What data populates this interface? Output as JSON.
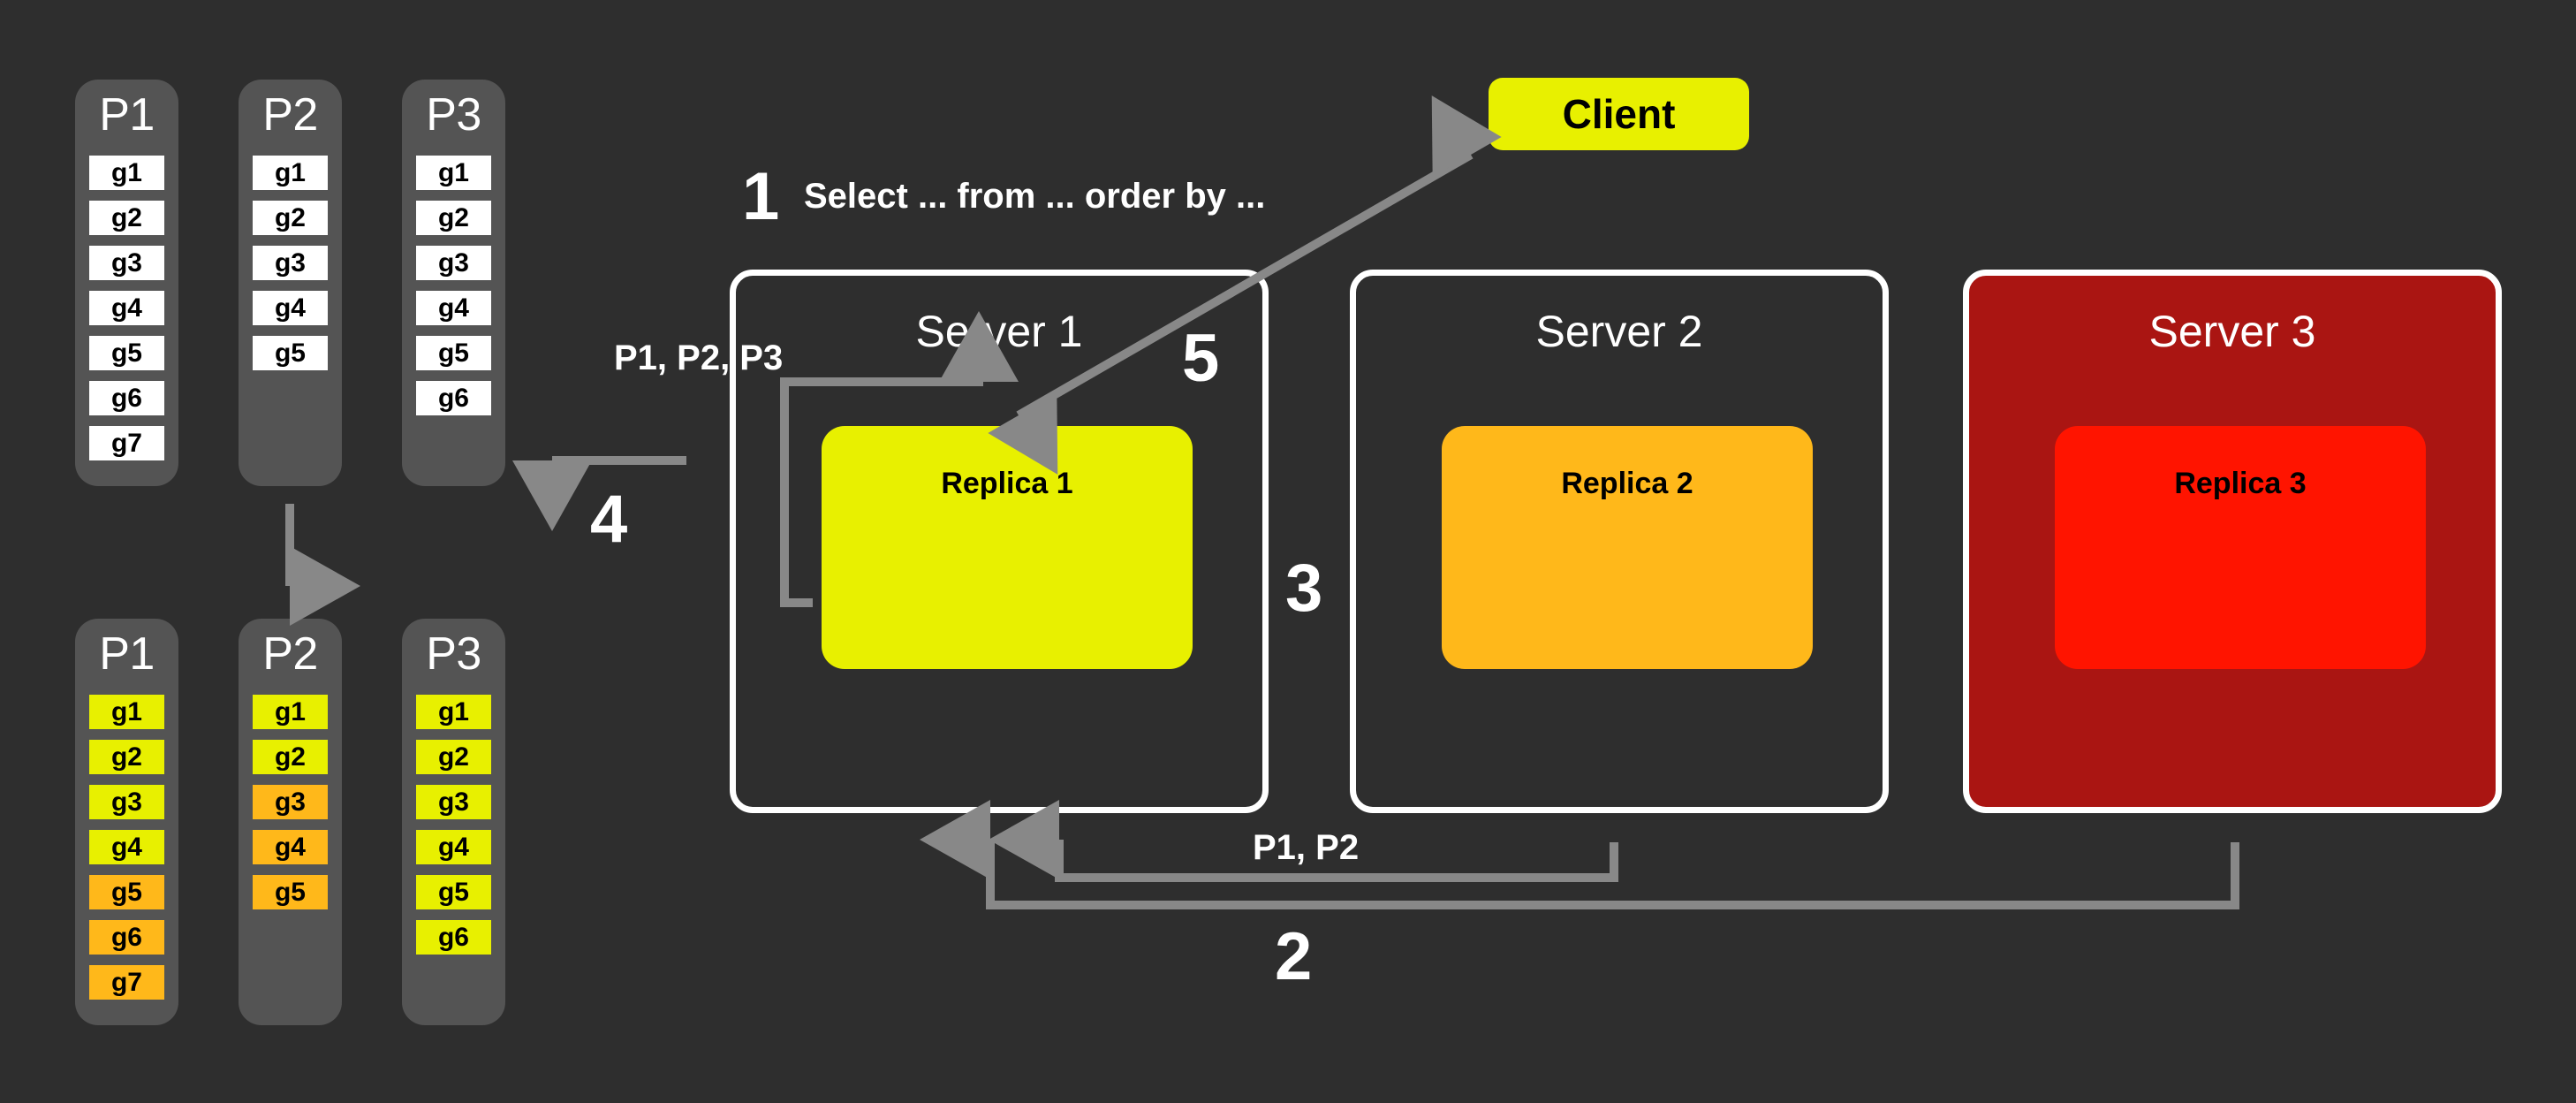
{
  "colors": {
    "background": "#2e2e2e",
    "partition_container": "#545454",
    "cell_plain": "#ffffff",
    "cell_yellow": "#e8f000",
    "cell_orange": "#ffb81a",
    "replica1": "#e8f000",
    "replica2": "#ffb81a",
    "replica3": "#ff1400",
    "server3_fill": "#aa1512",
    "server_border": "#ffffff",
    "arrow": "#888888",
    "client": "#e8f000",
    "text_light": "#ffffff",
    "text_dark": "#000000"
  },
  "partitions_top": [
    {
      "title": "P1",
      "cells": [
        {
          "label": "g1",
          "color": "plain"
        },
        {
          "label": "g2",
          "color": "plain"
        },
        {
          "label": "g3",
          "color": "plain"
        },
        {
          "label": "g4",
          "color": "plain"
        },
        {
          "label": "g5",
          "color": "plain"
        },
        {
          "label": "g6",
          "color": "plain"
        },
        {
          "label": "g7",
          "color": "plain"
        }
      ]
    },
    {
      "title": "P2",
      "cells": [
        {
          "label": "g1",
          "color": "plain"
        },
        {
          "label": "g2",
          "color": "plain"
        },
        {
          "label": "g3",
          "color": "plain"
        },
        {
          "label": "g4",
          "color": "plain"
        },
        {
          "label": "g5",
          "color": "plain"
        }
      ]
    },
    {
      "title": "P3",
      "cells": [
        {
          "label": "g1",
          "color": "plain"
        },
        {
          "label": "g2",
          "color": "plain"
        },
        {
          "label": "g3",
          "color": "plain"
        },
        {
          "label": "g4",
          "color": "plain"
        },
        {
          "label": "g5",
          "color": "plain"
        },
        {
          "label": "g6",
          "color": "plain"
        }
      ]
    }
  ],
  "partitions_bottom": [
    {
      "title": "P1",
      "cells": [
        {
          "label": "g1",
          "color": "yellow"
        },
        {
          "label": "g2",
          "color": "yellow"
        },
        {
          "label": "g3",
          "color": "yellow"
        },
        {
          "label": "g4",
          "color": "yellow"
        },
        {
          "label": "g5",
          "color": "orange"
        },
        {
          "label": "g6",
          "color": "orange"
        },
        {
          "label": "g7",
          "color": "orange"
        }
      ]
    },
    {
      "title": "P2",
      "cells": [
        {
          "label": "g1",
          "color": "yellow"
        },
        {
          "label": "g2",
          "color": "yellow"
        },
        {
          "label": "g3",
          "color": "orange"
        },
        {
          "label": "g4",
          "color": "orange"
        },
        {
          "label": "g5",
          "color": "orange"
        }
      ]
    },
    {
      "title": "P3",
      "cells": [
        {
          "label": "g1",
          "color": "yellow"
        },
        {
          "label": "g2",
          "color": "yellow"
        },
        {
          "label": "g3",
          "color": "yellow"
        },
        {
          "label": "g4",
          "color": "yellow"
        },
        {
          "label": "g5",
          "color": "yellow"
        },
        {
          "label": "g6",
          "color": "yellow"
        }
      ]
    }
  ],
  "client": {
    "label": "Client"
  },
  "servers": [
    {
      "title": "Server 1",
      "replica": "Replica 1"
    },
    {
      "title": "Server 2",
      "replica": "Replica 2"
    },
    {
      "title": "Server 3",
      "replica": "Replica 3"
    }
  ],
  "steps": {
    "one": "1",
    "two": "2",
    "three": "3",
    "four": "4",
    "five": "5"
  },
  "labels": {
    "query": "Select ... from ... order by ...",
    "partitions_out": "P1, P2, P3",
    "partitions_in": "P1, P2"
  }
}
